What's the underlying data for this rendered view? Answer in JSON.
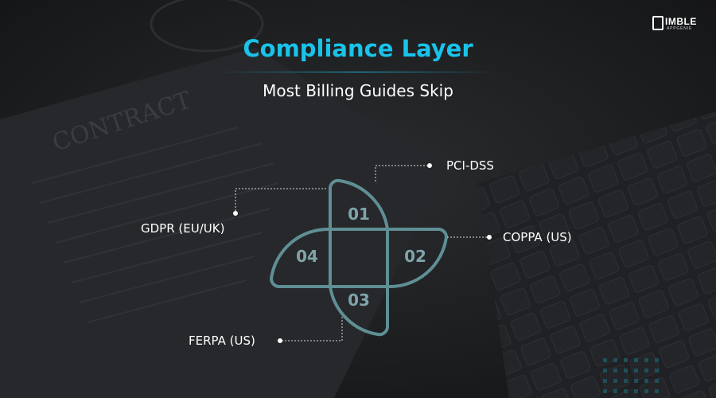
{
  "brand": {
    "name": "IMBLE",
    "tagline": "APPGENIE"
  },
  "header": {
    "title": "Compliance Layer",
    "subtitle": "Most Billing Guides Skip"
  },
  "diagram": {
    "segments": [
      {
        "number": "01",
        "label": "PCI-DSS"
      },
      {
        "number": "02",
        "label": "COPPA (US)"
      },
      {
        "number": "03",
        "label": "FERPA (US)"
      },
      {
        "number": "04",
        "label": "GDPR (EU/UK)"
      }
    ]
  },
  "colors": {
    "accent": "#19c3ea",
    "shape_stroke": "#5f8f94",
    "number": "#7fa5a9",
    "background": "#1a1b1d"
  }
}
